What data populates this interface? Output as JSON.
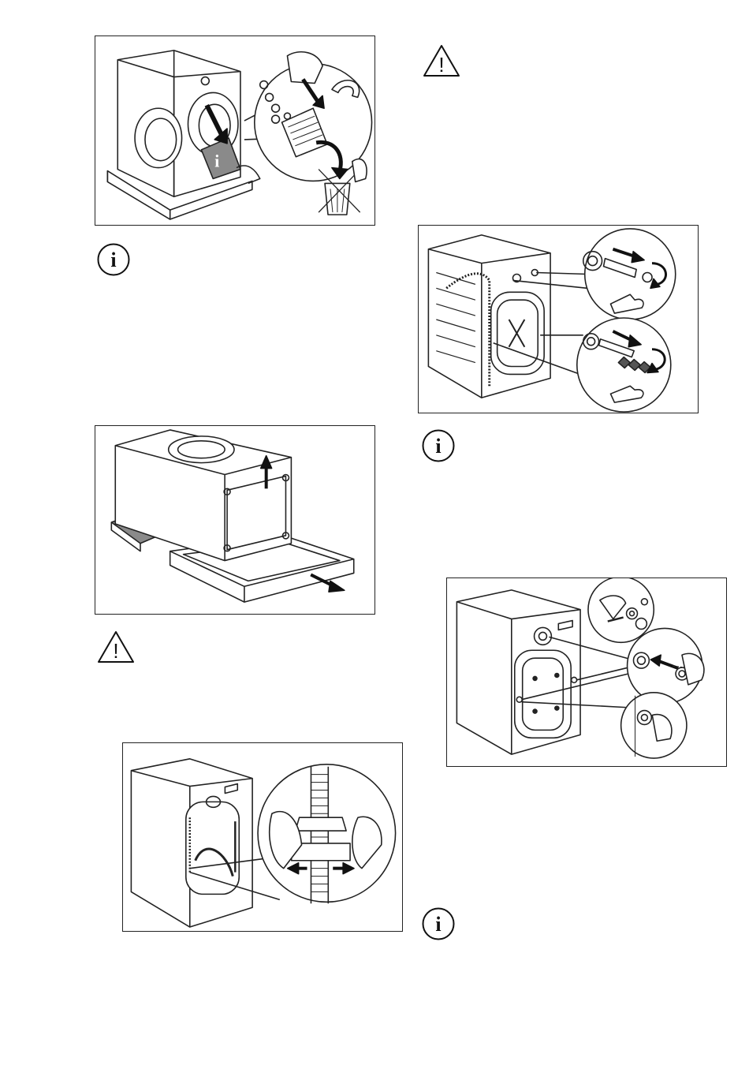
{
  "figures": [
    {
      "id": "unpack-documents",
      "label": "i"
    },
    {
      "id": "remove-base-packaging"
    },
    {
      "id": "hose-clip-release"
    },
    {
      "id": "transit-bolts-removal"
    },
    {
      "id": "insert-plastic-caps"
    }
  ],
  "symbols": {
    "info_letter": "i",
    "warning_mark": "!"
  }
}
